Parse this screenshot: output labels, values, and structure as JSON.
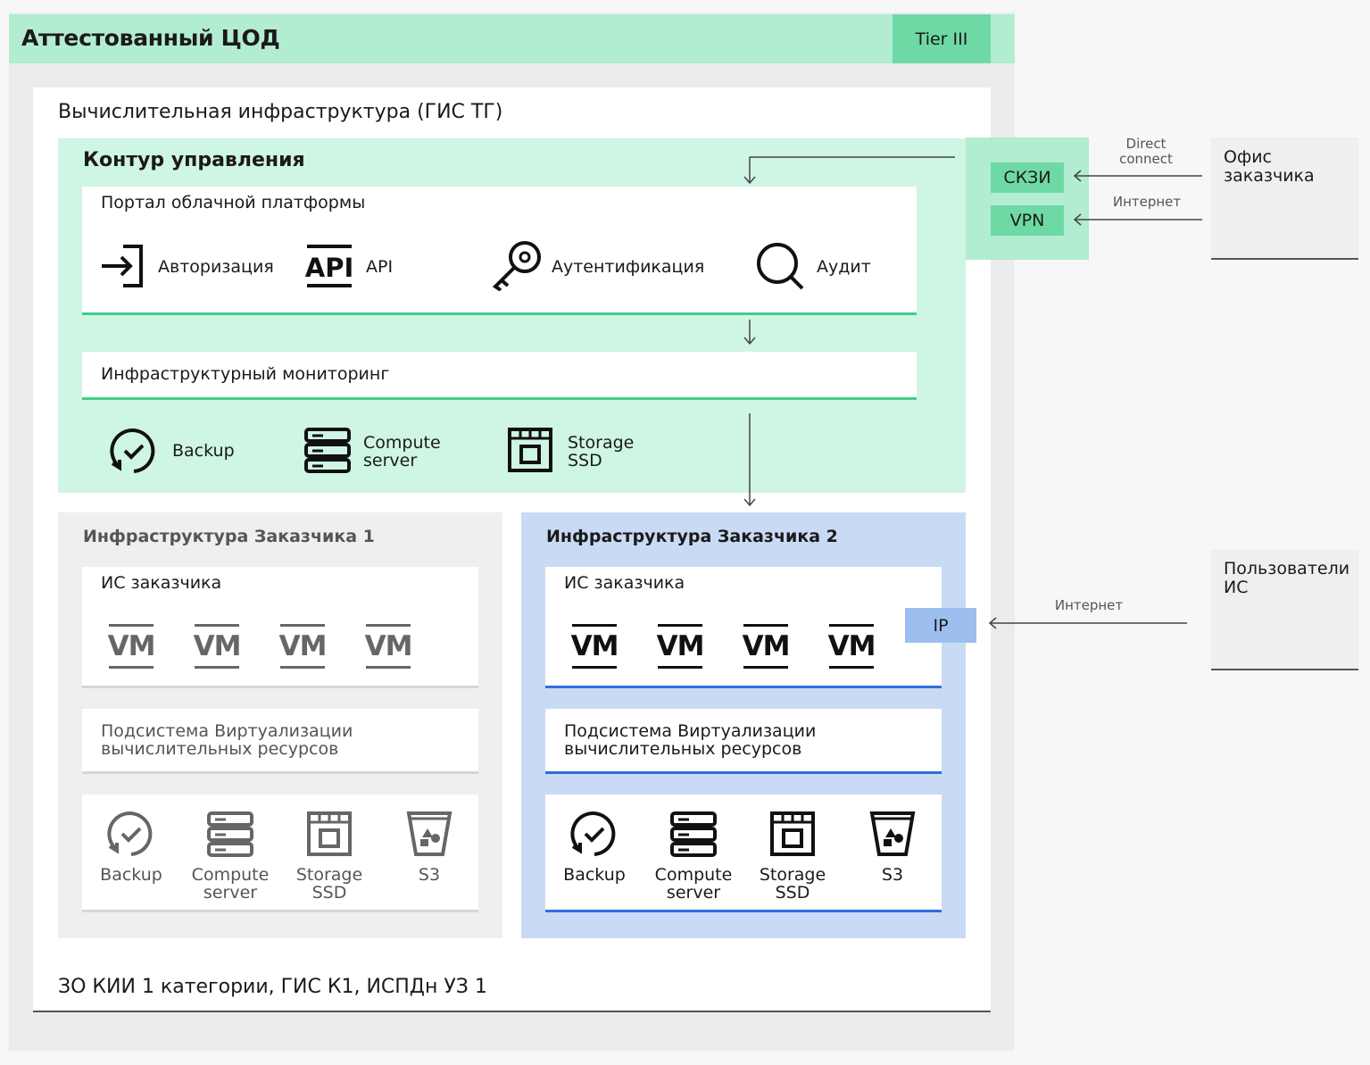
{
  "header": {
    "title": "Аттестованный ЦОД",
    "tier": "Tier III"
  },
  "infrastructure": {
    "title": "Вычислительная инфраструктура (ГИС ТГ)",
    "footer": "ЗО КИИ 1 категории, ГИС К1, ИСПДн УЗ 1"
  },
  "management": {
    "title": "Контур управления",
    "portal": {
      "title": "Портал облачной платформы",
      "items": [
        {
          "label": "Авторизация",
          "icon": "login-icon"
        },
        {
          "label": "API",
          "icon": "api-icon"
        },
        {
          "label": "Аутентификация",
          "icon": "key-icon"
        },
        {
          "label": "Аудит",
          "icon": "search-icon"
        }
      ]
    },
    "monitoring": {
      "title": "Инфраструктурный мониторинг"
    },
    "resources": [
      {
        "label": "Backup",
        "icon": "backup-icon"
      },
      {
        "label": "Compute",
        "label2": "server",
        "icon": "server-icon"
      },
      {
        "label": "Storage",
        "label2": "SSD",
        "icon": "storage-icon"
      }
    ]
  },
  "customer1": {
    "title": "Инфраструктура Заказчика 1",
    "is_title": "ИС заказчика",
    "vm_label": "VM",
    "virt_line1": "Подсистема Виртуализации",
    "virt_line2": "вычислительных ресурсов",
    "resources": [
      {
        "label": "Backup",
        "label2": ""
      },
      {
        "label": "Compute",
        "label2": "server"
      },
      {
        "label": "Storage",
        "label2": "SSD"
      },
      {
        "label": "S3",
        "label2": ""
      }
    ]
  },
  "customer2": {
    "title": "Инфраструктура Заказчика 2",
    "is_title": "ИС заказчика",
    "vm_label": "VM",
    "ip_label": "IP",
    "virt_line1": "Подсистема Виртуализации",
    "virt_line2": "вычислительных ресурсов",
    "resources": [
      {
        "label": "Backup",
        "label2": ""
      },
      {
        "label": "Compute",
        "label2": "server"
      },
      {
        "label": "Storage",
        "label2": "SSD"
      },
      {
        "label": "S3",
        "label2": ""
      }
    ]
  },
  "crypto": {
    "skzi": "СКЗИ",
    "vpn": "VPN"
  },
  "links": {
    "direct_line1": "Direct",
    "direct_line2": "connect",
    "internet_office": "Интернет",
    "internet_users": "Интернет"
  },
  "office": {
    "line1": "Офис",
    "line2": "заказчика"
  },
  "users": {
    "line1": "Пользователи",
    "line2": "ИС"
  },
  "colors": {
    "green_light": "#cff5e4",
    "green_mid": "#b2ecd1",
    "green_accent": "#6fd9a6",
    "green_line": "#3fce8a",
    "blue_light": "#c9daf4",
    "blue_line": "#2d6fde",
    "blue_ip": "#9dbff0"
  }
}
